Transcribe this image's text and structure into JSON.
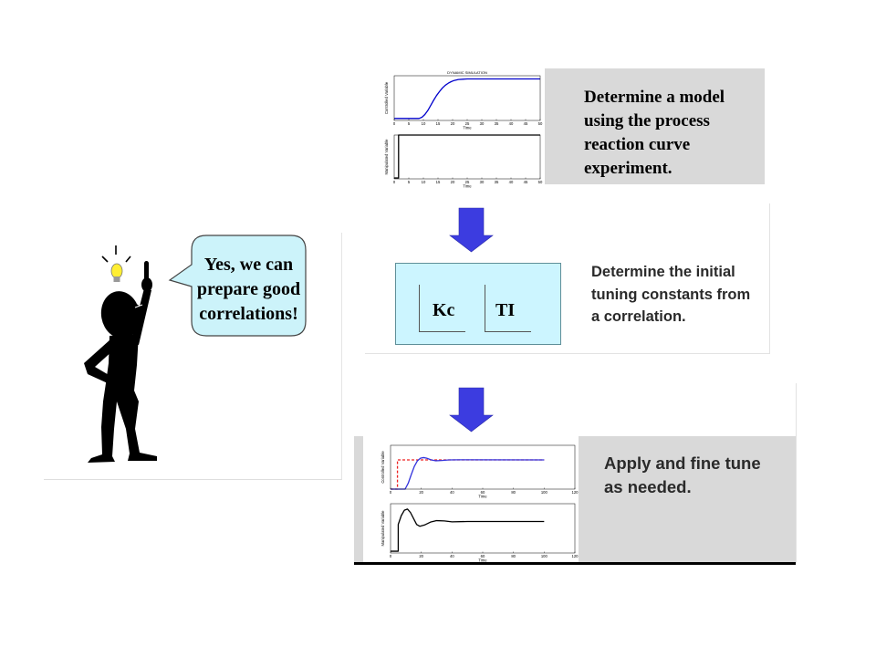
{
  "bubble": {
    "lines": [
      "Yes, we can",
      "prepare good",
      "correlations!"
    ]
  },
  "step1": {
    "lines": [
      "Determine a model",
      "using the process",
      "reaction curve",
      "experiment."
    ]
  },
  "step2": {
    "box": {
      "kc": "Kc",
      "ti": "TI"
    },
    "lines": [
      "Determine the initial",
      "tuning constants from",
      "a correlation."
    ]
  },
  "step3": {
    "lines": [
      "Apply and fine tune",
      "as needed."
    ]
  },
  "icons": {
    "figure": "stick-figure-pointing-up",
    "idea": "lightbulb-icon",
    "arrow": "arrow-down-icon"
  },
  "colors": {
    "arrow": "#3c3ce0",
    "bubble": "#ccf3fa",
    "bulb": "#ffee33",
    "panel": "#d9d9d9"
  },
  "plots": {
    "model": {
      "title": "DYNAMIC SIMULATION",
      "cv": {
        "xlim": [
          0,
          50
        ],
        "ylim": [
          -0.05,
          1.08
        ],
        "xticks": [
          0,
          5,
          10,
          15,
          20,
          25,
          30,
          35,
          40,
          45,
          50
        ],
        "xlabel": "Time",
        "ylabel": "Controlled Variable",
        "series": [
          {
            "color": "#0000cc",
            "style": "solid",
            "points": [
              [
                0,
                0
              ],
              [
                8.5,
                0
              ],
              [
                9.5,
                0.03
              ],
              [
                10.5,
                0.1
              ],
              [
                11.5,
                0.2
              ],
              [
                12.5,
                0.33
              ],
              [
                13.5,
                0.46
              ],
              [
                14.5,
                0.58
              ],
              [
                15.5,
                0.68
              ],
              [
                16.5,
                0.77
              ],
              [
                17.5,
                0.84
              ],
              [
                18.5,
                0.89
              ],
              [
                19.5,
                0.93
              ],
              [
                20.5,
                0.96
              ],
              [
                22,
                0.985
              ],
              [
                25,
                1
              ],
              [
                50,
                1
              ]
            ]
          }
        ]
      },
      "mv": {
        "xlim": [
          0,
          50
        ],
        "ylim": [
          -0.02,
          1.0
        ],
        "xticks": [
          0,
          5,
          10,
          15,
          20,
          25,
          30,
          35,
          40,
          45,
          50
        ],
        "xlabel": "Time",
        "ylabel": "Manipulated Variable",
        "series": [
          {
            "color": "#000000",
            "style": "solid",
            "points": [
              [
                0,
                0
              ],
              [
                1.5,
                0
              ],
              [
                1.5,
                1
              ],
              [
                50,
                1
              ]
            ]
          }
        ]
      }
    },
    "tuning": {
      "cv": {
        "xlim": [
          0,
          120
        ],
        "ylim": [
          0,
          1.5
        ],
        "xticks": [
          0,
          20,
          40,
          60,
          80,
          100,
          120
        ],
        "xlabel": "Time",
        "ylabel": "Controlled Variable",
        "series": [
          {
            "color": "#ee2222",
            "style": "dashed",
            "points": [
              [
                0,
                0
              ],
              [
                4.5,
                0
              ],
              [
                4.5,
                1
              ],
              [
                100,
                1
              ]
            ]
          },
          {
            "color": "#3333dd",
            "style": "solid",
            "points": [
              [
                0,
                0
              ],
              [
                9.5,
                0
              ],
              [
                11.5,
                0.2
              ],
              [
                13.5,
                0.5
              ],
              [
                15.5,
                0.78
              ],
              [
                17.5,
                0.97
              ],
              [
                19.5,
                1.06
              ],
              [
                21.5,
                1.08
              ],
              [
                23.5,
                1.06
              ],
              [
                26.5,
                1.0
              ],
              [
                29.5,
                0.97
              ],
              [
                33.5,
                0.98
              ],
              [
                38,
                1.0
              ],
              [
                45,
                1.005
              ],
              [
                100,
                1
              ]
            ]
          }
        ]
      },
      "mv": {
        "xlim": [
          0,
          120
        ],
        "ylim": [
          -0.06,
          1.6
        ],
        "xticks": [
          0,
          20,
          40,
          60,
          80,
          100,
          120
        ],
        "xlabel": "Time",
        "ylabel": "Manipulated Variable",
        "series": [
          {
            "color": "#000000",
            "style": "solid",
            "points": [
              [
                0,
                0
              ],
              [
                5,
                0
              ],
              [
                5,
                0.9
              ],
              [
                7,
                1.2
              ],
              [
                9,
                1.38
              ],
              [
                11,
                1.42
              ],
              [
                13,
                1.3
              ],
              [
                15,
                1.1
              ],
              [
                17,
                0.9
              ],
              [
                19,
                0.84
              ],
              [
                22,
                0.88
              ],
              [
                26,
                0.98
              ],
              [
                30,
                1.03
              ],
              [
                35,
                1.02
              ],
              [
                40,
                0.99
              ],
              [
                50,
                1.0
              ],
              [
                100,
                1
              ]
            ]
          }
        ]
      }
    }
  }
}
